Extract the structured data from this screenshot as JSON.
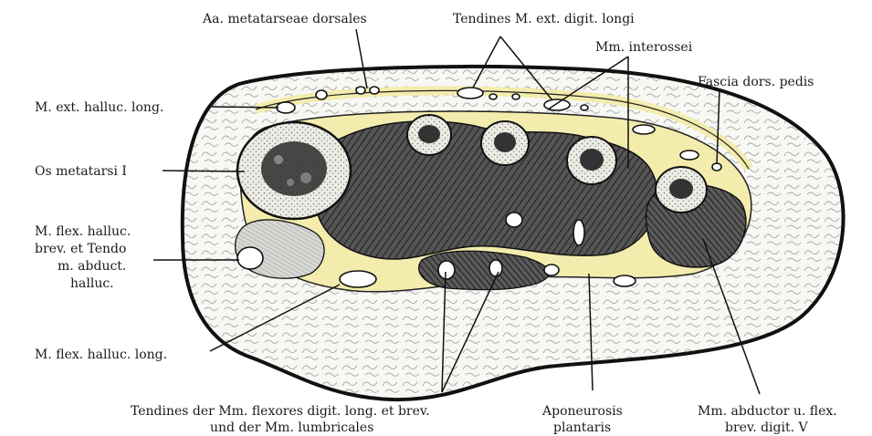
{
  "labels": {
    "aa_metatarseae": "Aa. metatarseae dorsales",
    "tendines_ext": "Tendines M. ext. digit. longi",
    "mm_interossei": "Mm. interossei",
    "fascia_dors": "Fascia dors. pedis",
    "m_ext_halluc": "M. ext. halluc. long.",
    "os_metatarsi": "Os metatarsi I",
    "m_flex_brev_1": "M. flex. halluc.",
    "m_flex_brev_2": "brev. et Tendo",
    "m_flex_brev_3": "m. abduct.",
    "m_flex_brev_4": "halluc.",
    "m_flex_long": "M. flex. halluc. long.",
    "tendines_flex_1": "Tendines der Mm. flexores digit. long. et brev.",
    "tendines_flex_2": "und der Mm. lumbricales",
    "aponeurosis_1": "Aponeurosis",
    "aponeurosis_2": "plantaris",
    "mm_abductor_1": "Mm. abductor u. flex.",
    "mm_abductor_2": "brev. digit. V"
  },
  "colors": {
    "fascia": "#f3ecad",
    "muscle": "#4a4a4a",
    "bone_spongy": "#e8e8e0",
    "skin": "#f7f7f4",
    "ink": "#111111"
  }
}
